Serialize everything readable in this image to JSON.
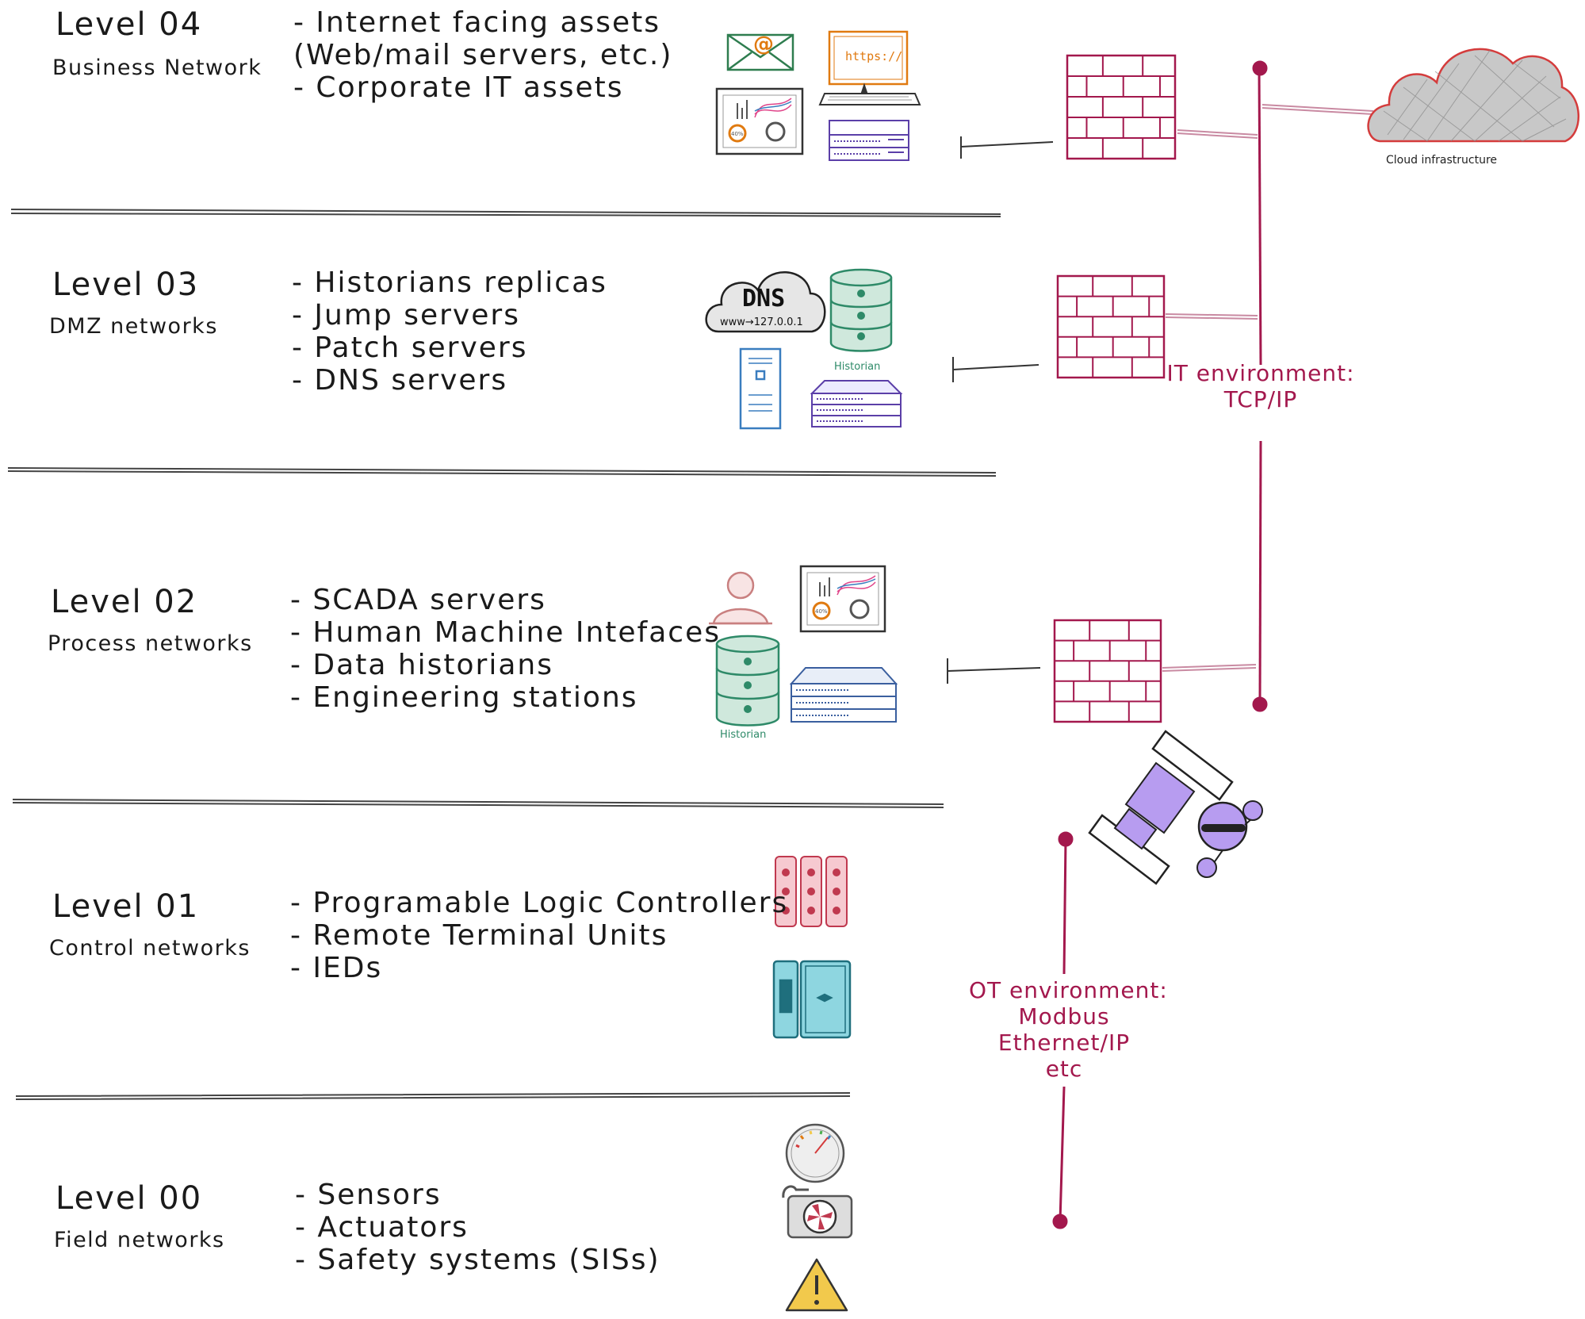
{
  "levels": [
    {
      "title": "Level 04",
      "subtitle": "Business Network",
      "items": [
        "- Internet facing assets",
        "(Web/mail servers, etc.)",
        "- Corporate IT assets"
      ]
    },
    {
      "title": "Level 03",
      "subtitle": "DMZ networks",
      "items": [
        "- Historians replicas",
        "- Jump servers",
        "- Patch servers",
        "- DNS servers"
      ]
    },
    {
      "title": "Level 02",
      "subtitle": "Process networks",
      "items": [
        "- SCADA servers",
        "- Human Machine Intefaces",
        "- Data historians",
        "- Engineering stations"
      ]
    },
    {
      "title": "Level 01",
      "subtitle": "Control networks",
      "items": [
        "- Programable Logic Controllers",
        "- Remote Terminal Units",
        "- IEDs"
      ]
    },
    {
      "title": "Level 00",
      "subtitle": "Field networks",
      "items": [
        "- Sensors",
        "- Actuators",
        "- Safety systems (SISs)"
      ]
    }
  ],
  "icons": {
    "email_symbol": "@",
    "url_text": "https://",
    "dns_label": "DNS",
    "dns_mapping": "www→127.0.0.1",
    "historian_caption": "Historian",
    "cloud_caption": "Cloud infrastructure",
    "gauge_percent": "40%"
  },
  "environments": {
    "it": [
      "IT environment:",
      "TCP/IP"
    ],
    "ot": [
      "OT environment:",
      "Modbus",
      "Ethernet/IP",
      "etc"
    ]
  },
  "colors": {
    "firewall": "#a3184d",
    "bus": "#a3184d",
    "email": "#2e7d4f",
    "browser": "#e07a10",
    "rack": "#5b3fa8",
    "historian": "#2e8a68",
    "server_blue": "#3a7dbf",
    "plc": "#d9536a",
    "rtu": "#2aa3b3",
    "satellite": "#b79cf0",
    "warning": "#f2c94c",
    "cloud": "#d43c3c"
  }
}
